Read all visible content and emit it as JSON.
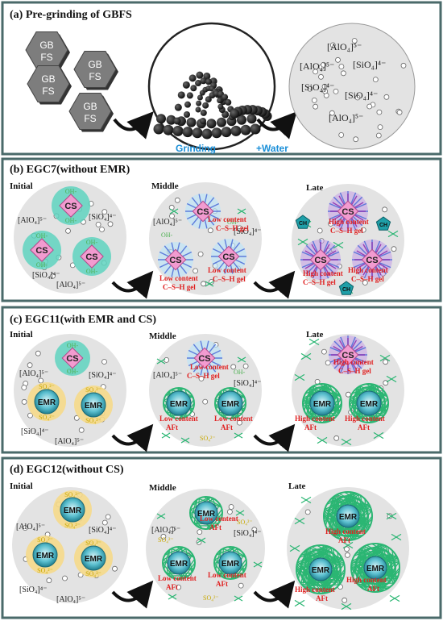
{
  "panels": {
    "a": {
      "title": "(a) Pre-grinding of GBFS",
      "gbfs_line1": "GB",
      "gbfs_line2": "FS",
      "grinding": "Grinding",
      "water": "+Water"
    },
    "b": {
      "title": "(b) EGC7(without EMR)"
    },
    "c": {
      "title": "(c) EGC11(with EMR and CS)"
    },
    "d": {
      "title": "(d) EGC12(without CS)"
    }
  },
  "stages": {
    "initial": "Initial",
    "middle": "Middle",
    "late": "Late"
  },
  "ions": {
    "alo4": "[AlO₄]⁵⁻",
    "sio4": "[SiO₄]⁴⁻"
  },
  "species": {
    "oh": "OH-",
    "so4": "SO₄²⁻",
    "cs": "CS",
    "emr": "EMR",
    "ch": "CH"
  },
  "labels": {
    "low_csh_1": "Low content",
    "low_csh_2": "C–S–H gel",
    "high_csh_1": "High content",
    "high_csh_2": "C–S–H gel",
    "low_aft_1": "Low content",
    "low_aft_2": "AFt",
    "high_aft_1": "High content",
    "high_aft_2": "AFt"
  },
  "colors": {
    "panel_border": "#4a6a6a",
    "circle_fill": "#e3e3e3",
    "cs_pink": "#f29bd0",
    "oh_teal": "#5fd4c0",
    "so4_yellow": "#f5d98a",
    "emr_teal": "#33a8b8",
    "aft_green": "#2bb673",
    "csh_blue": "#4a6ad8",
    "csh_purple": "#8a2bb0",
    "text_red": "#e02020",
    "arrow": "#111111"
  }
}
